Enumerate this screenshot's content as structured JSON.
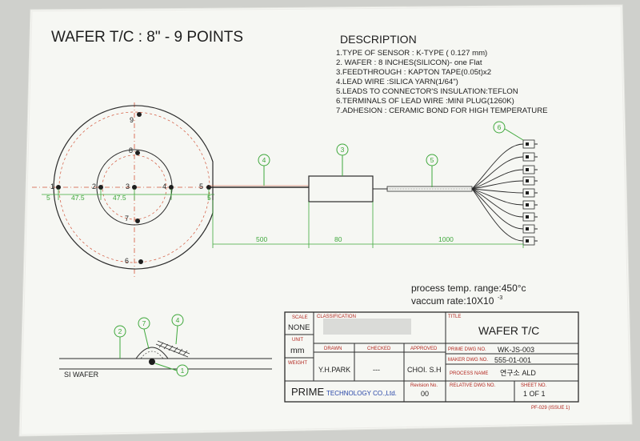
{
  "drawing": {
    "title": "WAFER T/C : 8\" - 9 POINTS",
    "description_heading": "DESCRIPTION",
    "description_lines": [
      "1.TYPE OF SENSOR : K-TYPE ( 0.127 mm)",
      "2. WAFER : 8 INCHES(SILICON)- one Flat",
      "3.FEEDTHROUGH : KAPTON TAPE(0.05t)x2",
      "4.LEAD WIRE :SILICA YARN(1/64\")",
      "5.LEADS TO CONNECTOR'S INSULATION:TEFLON",
      "6.TERMINALS OF LEAD WIRE :MINI PLUG(1260K)",
      "7.ADHESION : CERAMIC BOND FOR HIGH TEMPERATURE"
    ],
    "points": [
      "1",
      "2",
      "3",
      "4",
      "5",
      "6",
      "7",
      "8",
      "9"
    ],
    "dims": {
      "left_edge": "5",
      "left_span": "47.5",
      "right_span": "47.5",
      "right_edge": "5",
      "len1": "500",
      "len2": "80",
      "len3": "1000"
    },
    "balloons": {
      "b1": "1",
      "b2": "2",
      "b3": "3",
      "b4": "4",
      "b5": "5",
      "b6": "6",
      "b7": "7"
    },
    "process_temp": "process temp. range:450°c",
    "vacuum_rate": "vaccum rate:10X10",
    "vacuum_exp": "-3",
    "si_wafer_label": "SI WAFER"
  },
  "titleblock": {
    "scale_label": "SCALE",
    "scale_value": "NONE",
    "unit_label": "UNIT",
    "unit_value": "mm",
    "weight_label": "WEIGHT",
    "classification_label": "CLASSIFICATION",
    "title_label": "TITLE",
    "title_value": "WAFER T/C",
    "drawn_label": "DRAWN",
    "checked_label": "CHECKED",
    "approved_label": "APPROVED",
    "drawn_value": "Y.H.PARK",
    "checked_value": "---",
    "approved_value": "CHOI. S.H",
    "prime_dwg_label": "PRIME DWG NO.",
    "prime_dwg_value": "WK-JS-003",
    "maker_dwg_label": "MAKER DWG NO.",
    "maker_dwg_value": "555-01-001",
    "process_label": "PROCESS NAME",
    "process_value": "연구소 ALD",
    "relative_label": "RELATIVE DWG NO.",
    "sheet_label": "SHEET NO.",
    "sheet_value": "1 OF 1",
    "company_main": "PRIME",
    "company_sub": "TECHNOLOGY CO.,Ltd.",
    "revision_label": "Revision No.",
    "revision_value": "00",
    "form_no": "PF-029 (ISSUE 1)"
  },
  "colors": {
    "paper": "#f7f8f4",
    "line": "#2b2b2b",
    "red": "#d2553a",
    "green": "#3fa83c",
    "blue": "#2846a8"
  }
}
